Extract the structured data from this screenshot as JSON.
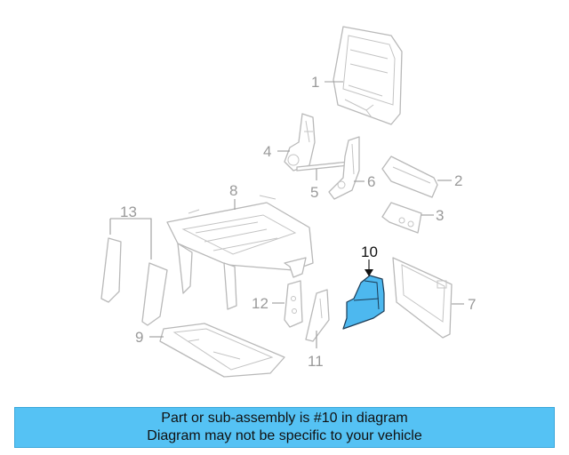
{
  "callouts": {
    "c1": "1",
    "c2": "2",
    "c3": "3",
    "c4": "4",
    "c5": "5",
    "c6": "6",
    "c7": "7",
    "c8": "8",
    "c9": "9",
    "c10": "10",
    "c11": "11",
    "c12": "12",
    "c13": "13"
  },
  "highlighted_part": "10",
  "colors": {
    "highlight": "#4db8ef",
    "banner": "#55c2f4",
    "line": "#b9b9b9"
  },
  "banner": {
    "line1": "Part or sub-assembly is #10 in diagram",
    "line2": "Diagram may not be specific to your vehicle"
  }
}
